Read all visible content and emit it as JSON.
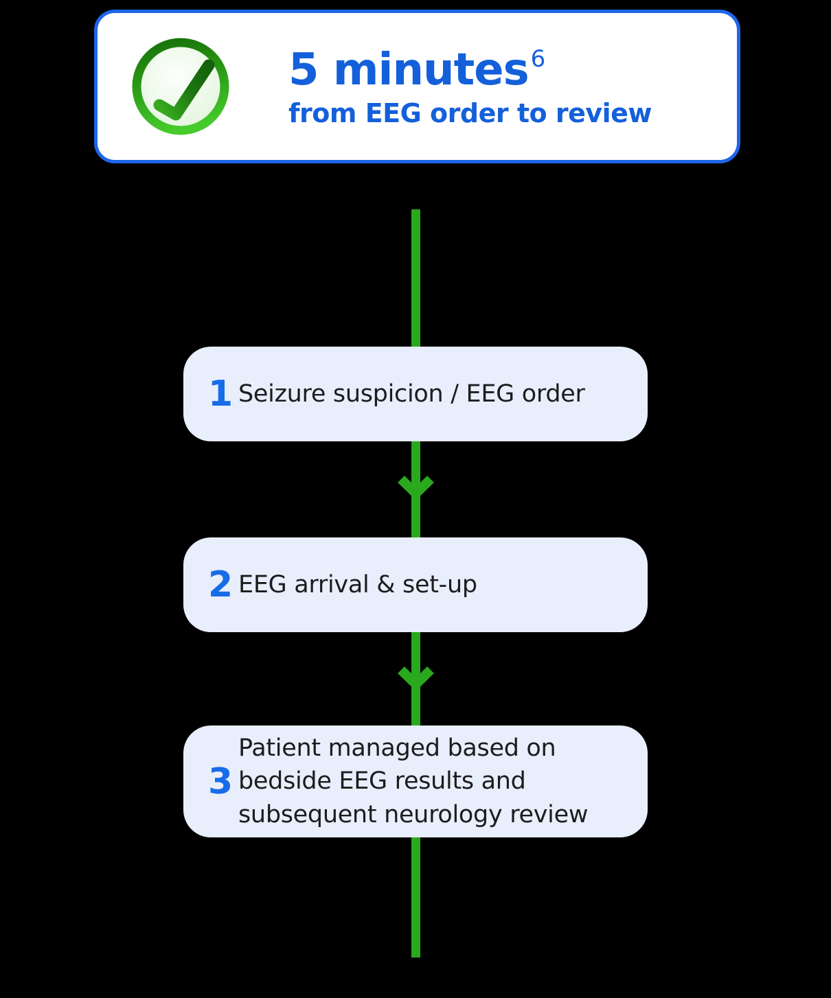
{
  "badge": {
    "icon": "check-circle-icon",
    "headline": "5 minutes",
    "headline_superscript": "6",
    "subheadline": "from EEG order to review"
  },
  "timeline": {
    "direction": "down",
    "steps": [
      {
        "number": "1",
        "label": "Seizure suspicion / EEG order"
      },
      {
        "number": "2",
        "label": "EEG arrival & set-up"
      },
      {
        "number": "3",
        "label": "Patient managed based on bedside EEG results and subsequent neurology review"
      }
    ]
  },
  "colors": {
    "background": "#000000",
    "card_border": "#1e66e9",
    "card_background": "#ffffff",
    "headline_blue": "#1460da",
    "step_number_blue": "#176ce8",
    "step_background": "#e8eefb",
    "step_text": "#1c1c1e",
    "timeline_green": "#2aa81e",
    "check_ring_dark": "#187409",
    "check_ring_bright": "#45cb2b",
    "check_mark_dark": "#14610b",
    "check_mark_bright": "#38a91f"
  }
}
